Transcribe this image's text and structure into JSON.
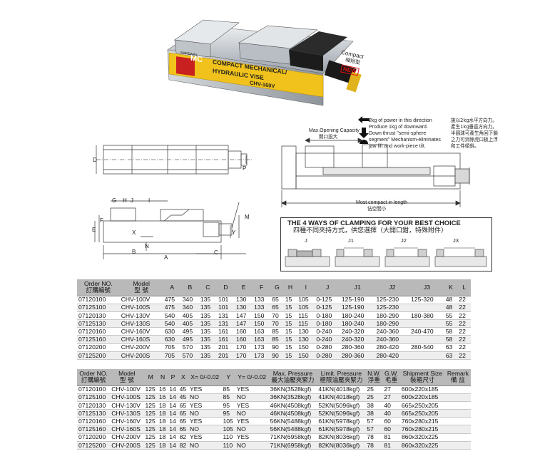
{
  "product": {
    "badge": "MC",
    "line1": "COMPACT MECHANICAL/",
    "line2": "HYDRAULIC VISE",
    "model": "CHV-160V",
    "brand": "SAFEWAY",
    "compact_en": "Compact",
    "compact_cn": "縮短型",
    "new_tag": "NEW"
  },
  "features": {
    "en": [
      "2kg of power in this direction",
      "Produce 1kg of downward.",
      "Down thrust \"semi-sphere",
      "segment\" Mechanism-eliminates",
      "jaw lift and work-piece tilt."
    ],
    "cn": [
      "施以2kg水平方向力。",
      "產生1kg垂直方向力。",
      "半圓球可產生角回下鎖",
      "之力可消除虎口板上浮",
      "和工件傾斜。"
    ]
  },
  "diagram": {
    "max_open_en": "Max.Opening Capacity",
    "max_open_cn": "開口設大",
    "most_compact_en": "Most compact in length",
    "most_compact_cn": "佔空間小",
    "dim_labels": {
      "D": "D",
      "P": "P",
      "G": "G",
      "H": "H",
      "J": "J",
      "I": "I",
      "E": "E",
      "F": "F",
      "M": "M",
      "X": "X",
      "Y": "Y",
      "N": "N",
      "B": "B",
      "A": "A",
      "C": "C"
    }
  },
  "clamping": {
    "title_en": "THE 4 WAYS OF CLAMPING FOR YOUR BEST CHOICE",
    "title_cn": "四種不同夾持方式，供您選擇（大開口鉗，特殊附件）",
    "ways": [
      "J",
      "J1",
      "J2",
      "J3"
    ]
  },
  "table1": {
    "headers": [
      {
        "en": "Order NO.",
        "cn": "訂購編號"
      },
      {
        "en": "Model",
        "cn": "型 號"
      },
      {
        "en": "A",
        "cn": ""
      },
      {
        "en": "B",
        "cn": ""
      },
      {
        "en": "C",
        "cn": ""
      },
      {
        "en": "D",
        "cn": ""
      },
      {
        "en": "E",
        "cn": ""
      },
      {
        "en": "F",
        "cn": ""
      },
      {
        "en": "G",
        "cn": ""
      },
      {
        "en": "H",
        "cn": ""
      },
      {
        "en": "I",
        "cn": ""
      },
      {
        "en": "J",
        "cn": ""
      },
      {
        "en": "J1",
        "cn": ""
      },
      {
        "en": "J2",
        "cn": ""
      },
      {
        "en": "J3",
        "cn": ""
      },
      {
        "en": "K",
        "cn": ""
      },
      {
        "en": "L",
        "cn": ""
      }
    ],
    "rows": [
      [
        "07120100",
        "CHV-100V",
        "475",
        "340",
        "135",
        "101",
        "130",
        "133",
        "65",
        "15",
        "105",
        "0-125",
        "125-190",
        "125-230",
        "125-320",
        "48",
        "22"
      ],
      [
        "07125100",
        "CHV-100S",
        "475",
        "340",
        "135",
        "101",
        "130",
        "133",
        "65",
        "15",
        "105",
        "0-125",
        "125-190",
        "125-230",
        "",
        "48",
        "22"
      ],
      [
        "07120130",
        "CHV-130V",
        "540",
        "405",
        "135",
        "131",
        "147",
        "150",
        "70",
        "15",
        "115",
        "0-180",
        "180-240",
        "180-290",
        "180-380",
        "55",
        "22"
      ],
      [
        "07125130",
        "CHV-130S",
        "540",
        "405",
        "135",
        "131",
        "147",
        "150",
        "70",
        "15",
        "115",
        "0-180",
        "180-240",
        "180-290",
        "",
        "55",
        "22"
      ],
      [
        "07120160",
        "CHV-160V",
        "630",
        "495",
        "135",
        "161",
        "160",
        "163",
        "85",
        "15",
        "130",
        "0-240",
        "240-320",
        "240-360",
        "240-470",
        "58",
        "22"
      ],
      [
        "07125160",
        "CHV-160S",
        "630",
        "495",
        "135",
        "161",
        "160",
        "163",
        "85",
        "15",
        "130",
        "0-240",
        "240-320",
        "240-360",
        "",
        "58",
        "22"
      ],
      [
        "07120200",
        "CHV-200V",
        "705",
        "570",
        "135",
        "201",
        "170",
        "173",
        "90",
        "15",
        "150",
        "0-280",
        "280-360",
        "280-420",
        "280-540",
        "63",
        "22"
      ],
      [
        "07125200",
        "CHV-200S",
        "705",
        "570",
        "135",
        "201",
        "170",
        "173",
        "90",
        "15",
        "150",
        "0-280",
        "280-360",
        "280-420",
        "",
        "63",
        "22"
      ]
    ]
  },
  "table2": {
    "headers": [
      {
        "en": "Order NO.",
        "cn": "訂購編號"
      },
      {
        "en": "Model",
        "cn": "型 號"
      },
      {
        "en": "M",
        "cn": ""
      },
      {
        "en": "N",
        "cn": ""
      },
      {
        "en": "P",
        "cn": ""
      },
      {
        "en": "X",
        "cn": ""
      },
      {
        "en": "X= 0/-0.02",
        "cn": ""
      },
      {
        "en": "Y",
        "cn": ""
      },
      {
        "en": "Y= 0/-0.02",
        "cn": ""
      },
      {
        "en": "Max. Pressure",
        "cn": "最大油壓夾緊力"
      },
      {
        "en": "Limit. Pressure",
        "cn": "極限油壓夾緊力"
      },
      {
        "en": "N.W.",
        "cn": "淨重"
      },
      {
        "en": "G.W.",
        "cn": "毛重"
      },
      {
        "en": "Shipment Size",
        "cn": "裝箱尺寸"
      },
      {
        "en": "Remark",
        "cn": "備 註"
      }
    ],
    "rows": [
      [
        "07120100",
        "CHV-100V",
        "125",
        "16",
        "14",
        "45",
        "YES",
        "85",
        "YES",
        "36KN(3528kgf)",
        "41KN(4018kgf)",
        "25",
        "27",
        "600x220x185",
        ""
      ],
      [
        "07125100",
        "CHV-100S",
        "125",
        "16",
        "14",
        "45",
        "NO",
        "85",
        "NO",
        "36KN(3528kgf)",
        "41KN(4018kgf)",
        "25",
        "27",
        "600x220x185",
        ""
      ],
      [
        "07120130",
        "CHV-130V",
        "125",
        "18",
        "14",
        "65",
        "YES",
        "95",
        "YES",
        "46KN(4508kgf)",
        "52KN(5096kgf)",
        "38",
        "40",
        "665x250x205",
        ""
      ],
      [
        "07125130",
        "CHV-130S",
        "125",
        "18",
        "14",
        "65",
        "NO",
        "95",
        "NO",
        "46KN(4508kgf)",
        "52KN(5096kgf)",
        "38",
        "40",
        "665x250x205",
        ""
      ],
      [
        "07120160",
        "CHV-160V",
        "125",
        "18",
        "14",
        "65",
        "YES",
        "105",
        "YES",
        "56KN(5488kgf)",
        "61KN(5978kgf)",
        "57",
        "60",
        "760x280x215",
        ""
      ],
      [
        "07125160",
        "CHV-160S",
        "125",
        "18",
        "14",
        "65",
        "NO",
        "105",
        "NO",
        "56KN(5488kgf)",
        "61KN(5978kgf)",
        "57",
        "60",
        "760x280x215",
        ""
      ],
      [
        "07120200",
        "CHV-200V",
        "125",
        "18",
        "14",
        "82",
        "YES",
        "110",
        "YES",
        "71KN(6958kgf)",
        "82KN(8036kgf)",
        "78",
        "81",
        "860x320x225",
        ""
      ],
      [
        "07125200",
        "CHV-200S",
        "125",
        "18",
        "14",
        "82",
        "NO",
        "110",
        "NO",
        "71KN(6958kgf)",
        "82KN(8036kgf)",
        "78",
        "81",
        "860x320x225",
        ""
      ]
    ]
  },
  "colors": {
    "label_yellow": "#f1c21b",
    "badge_red": "#c8201e",
    "steel": "#c8cdd2",
    "header_gray": "#b9b9b9"
  }
}
